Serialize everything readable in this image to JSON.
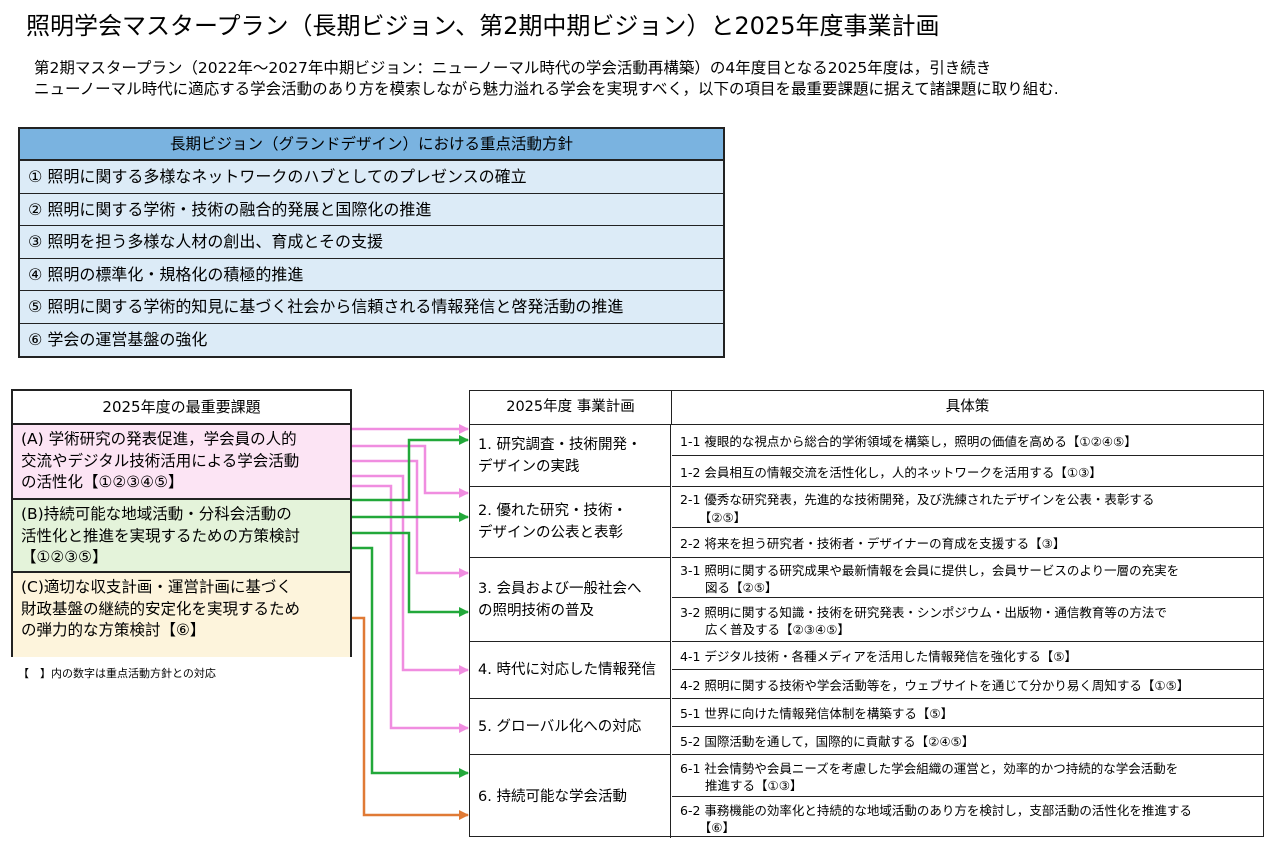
{
  "title": "照明学会マスタープラン（長期ビジョン、第2期中期ビジョン）と2025年度事業計画",
  "intro": {
    "line1": "第2期マスタープラン（2022年～2027年中期ビジョン：ニューノーマル時代の学会活動再構築）の4年度目となる2025年度は，引き続き",
    "line2": "ニューノーマル時代に適応する学会活動のあり方を模索しながら魅力溢れる学会を実現すべく，以下の項目を最重要課題に据えて諸課題に取り組む."
  },
  "vision": {
    "header": "長期ビジョン（グランドデザイン）における重点活動方針",
    "items": [
      "① 照明に関する多様なネットワークのハブとしてのプレゼンスの確立",
      "② 照明に関する学術・技術の融合的発展と国際化の推進",
      "③ 照明を担う多様な人材の創出、育成とその支援",
      "④ 照明の標準化・規格化の積極的推進",
      "⑤ 照明に関する学術的知見に基づく社会から信頼される情報発信と啓発活動の推進",
      "⑥ 学会の運営基盤の強化"
    ]
  },
  "issues": {
    "header": "2025年度の最重要課題",
    "a": [
      "(A) 学術研究の発表促進，学会員の人的",
      "交流やデジタル技術活用による学会活動",
      "の活性化【①②③④⑤】"
    ],
    "b": [
      "(B)持続可能な地域活動・分科会活動の",
      "活性化と推進を実現するための方策検討",
      "【①②③⑤】"
    ],
    "c": [
      "(C)適切な収支計画・運営計画に基づく",
      "財政基盤の継続的安定化を実現するため",
      "の弾力的な方策検討【⑥】"
    ],
    "note": "【　】内の数字は重点活動方針との対応"
  },
  "plan": {
    "header_left": "2025年度 事業計画",
    "header_right": "具体策",
    "categories": [
      [
        "1. 研究調査・技術開発・",
        "デザインの実践"
      ],
      [
        "2. 優れた研究・技術・",
        "デザインの公表と表彰"
      ],
      [
        "3. 会員および一般社会へ",
        "の照明技術の普及"
      ],
      [
        "4. 時代に対応した情報発信"
      ],
      [
        "5. グローバル化への対応"
      ],
      [
        "6. 持続可能な学会活動"
      ]
    ],
    "measures": [
      [
        "1-1 複眼的な視点から総合的学術領域を構築し，照明の価値を高める【①②④⑤】"
      ],
      [
        "1-2 会員相互の情報交流を活性化し，人的ネットワークを活用する【①③】"
      ],
      [
        "2-1 優秀な研究発表，先進的な技術開発，及び洗練されたデザインを公表・表彰する",
        "　　【②⑤】"
      ],
      [
        "2-2 将来を担う研究者・技術者・デザイナーの育成を支援する【③】"
      ],
      [
        "3-1 照明に関する研究成果や最新情報を会員に提供し，会員サービスのより一層の充実を",
        "　　図る【②⑤】"
      ],
      [
        "3-2 照明に関する知識・技術を研究発表・シンポジウム・出版物・通信教育等の方法で",
        "　　広く普及する【②③④⑤】"
      ],
      [
        "4-1 デジタル技術・各種メディアを活用した情報発信を強化する【⑤】"
      ],
      [
        "4-2 照明に関する技術や学会活動等を，ウェブサイトを通じて分かり易く周知する【①⑤】"
      ],
      [
        "5-1 世界に向けた情報発信体制を構築する【⑤】"
      ],
      [
        "5-2 国際活動を通して，国際的に貢献する【②④⑤】"
      ],
      [
        "6-1 社会情勢や会員ニーズを考慮した学会組織の運営と，効率的かつ持続的な学会活動を",
        "　　推進する【①③】"
      ],
      [
        "6-2 事務機能の効率化と持続的な地域活動のあり方を検討し，支部活動の活性化を推進する",
        "　　【⑥】"
      ]
    ]
  },
  "colors": {
    "pink": "#f08de0",
    "green": "#22a83a",
    "orange": "#e07a35",
    "header_blue": "#7ab3e0",
    "row_blue": "#dcebf7"
  }
}
